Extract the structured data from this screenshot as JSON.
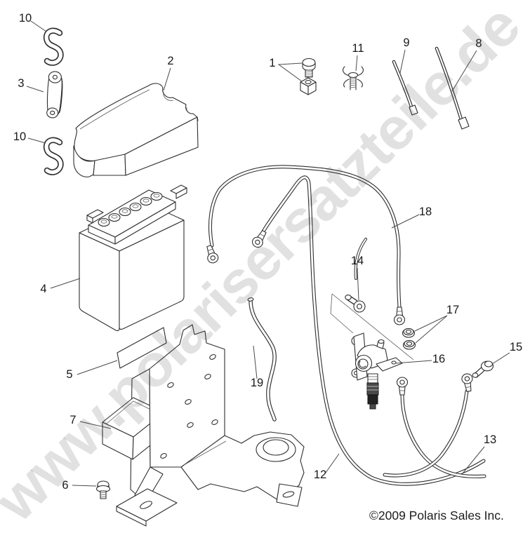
{
  "diagram": {
    "watermark": "www.polarisersatzteile.de",
    "copyright": "©2009 Polaris Sales Inc.",
    "callouts": [
      {
        "label": "10"
      },
      {
        "label": "3"
      },
      {
        "label": "10"
      },
      {
        "label": "2"
      },
      {
        "label": "4"
      },
      {
        "label": "5"
      },
      {
        "label": "7"
      },
      {
        "label": "6"
      },
      {
        "label": "1"
      },
      {
        "label": "11"
      },
      {
        "label": "9"
      },
      {
        "label": "8"
      },
      {
        "label": "18"
      },
      {
        "label": "14"
      },
      {
        "label": "17"
      },
      {
        "label": "16"
      },
      {
        "label": "15"
      },
      {
        "label": "19"
      },
      {
        "label": "12"
      },
      {
        "label": "13"
      }
    ]
  }
}
